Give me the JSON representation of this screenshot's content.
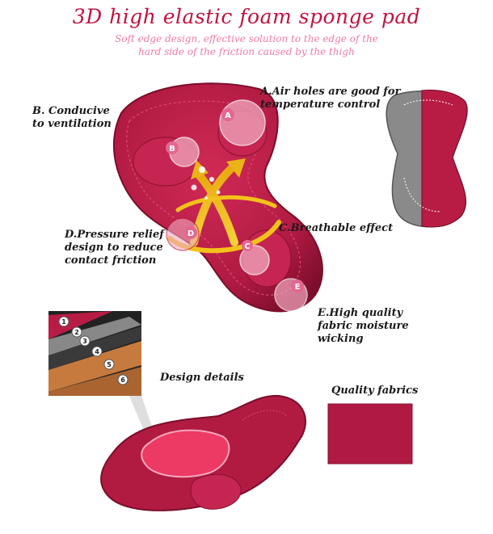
{
  "header": {
    "title": "3D high elastic foam sponge pad",
    "subtitle": "Soft edge design, effective solution to the edge of the hard side of the friction caused by the thigh"
  },
  "callouts": {
    "a": {
      "text": "A.Air holes are good for temperature control",
      "letter": "A"
    },
    "b": {
      "text": "B. Conducive to ventilation",
      "letter": "B"
    },
    "c": {
      "text": "C.Breathable effect",
      "letter": "C"
    },
    "d": {
      "text": "D.Pressure relief design to reduce contact friction",
      "letter": "D"
    },
    "e": {
      "text": "E.High quality fabric moisture wicking",
      "letter": "E"
    }
  },
  "sections": {
    "design_details": "Design details",
    "quality_fabrics": "Quality fabrics"
  },
  "layers": [
    "1",
    "2",
    "3",
    "4",
    "5",
    "6"
  ],
  "colors": {
    "pad": "#b81c45",
    "pad_dark": "#8f1233",
    "title": "#c2123e",
    "subtitle": "#f07ba4",
    "arrow": "#f3c21a"
  }
}
